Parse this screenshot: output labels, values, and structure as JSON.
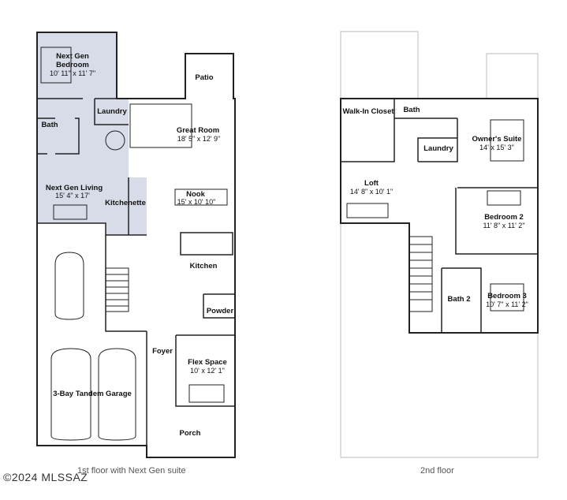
{
  "floor1": {
    "caption": "1st floor with Next Gen suite",
    "rooms": [
      {
        "key": "next_gen_bedroom",
        "name": "Next Gen\nBedroom",
        "dims": "10' 11\" x 11' 7\""
      },
      {
        "key": "patio",
        "name": "Patio",
        "dims": ""
      },
      {
        "key": "laundry",
        "name": "Laundry",
        "dims": ""
      },
      {
        "key": "bath",
        "name": "Bath",
        "dims": ""
      },
      {
        "key": "great_room",
        "name": "Great Room",
        "dims": "18' 5\" x 12' 9\""
      },
      {
        "key": "next_gen_living",
        "name": "Next Gen Living",
        "dims": "15' 4\" x 17'"
      },
      {
        "key": "nook",
        "name": "Nook",
        "dims": "15' x 10' 10\""
      },
      {
        "key": "kitchenette",
        "name": "Kitchenette",
        "dims": ""
      },
      {
        "key": "kitchen",
        "name": "Kitchen",
        "dims": ""
      },
      {
        "key": "powder",
        "name": "Powder",
        "dims": ""
      },
      {
        "key": "foyer",
        "name": "Foyer",
        "dims": ""
      },
      {
        "key": "flex_space",
        "name": "Flex Space",
        "dims": "10' x 12' 1\""
      },
      {
        "key": "garage",
        "name": "3-Bay Tandem Garage",
        "dims": ""
      },
      {
        "key": "porch",
        "name": "Porch",
        "dims": ""
      }
    ]
  },
  "floor2": {
    "caption": "2nd floor",
    "rooms": [
      {
        "key": "walk_in_closet",
        "name": "Walk-In Closet",
        "dims": ""
      },
      {
        "key": "bath",
        "name": "Bath",
        "dims": ""
      },
      {
        "key": "laundry",
        "name": "Laundry",
        "dims": ""
      },
      {
        "key": "owners_suite",
        "name": "Owner's Suite",
        "dims": "14' x 15' 3\""
      },
      {
        "key": "loft",
        "name": "Loft",
        "dims": "14' 8\" x 10' 1\""
      },
      {
        "key": "bedroom_2",
        "name": "Bedroom 2",
        "dims": "11' 8\" x 11' 2\""
      },
      {
        "key": "bath_2",
        "name": "Bath 2",
        "dims": ""
      },
      {
        "key": "bedroom_3",
        "name": "Bedroom 3",
        "dims": "10' 7\" x 11' 2\""
      }
    ]
  },
  "watermark": "©2024 MLSSAZ",
  "colors": {
    "suite_fill": "#d8dce8",
    "wall": "#222222",
    "ghost": "#c8c8c8"
  }
}
